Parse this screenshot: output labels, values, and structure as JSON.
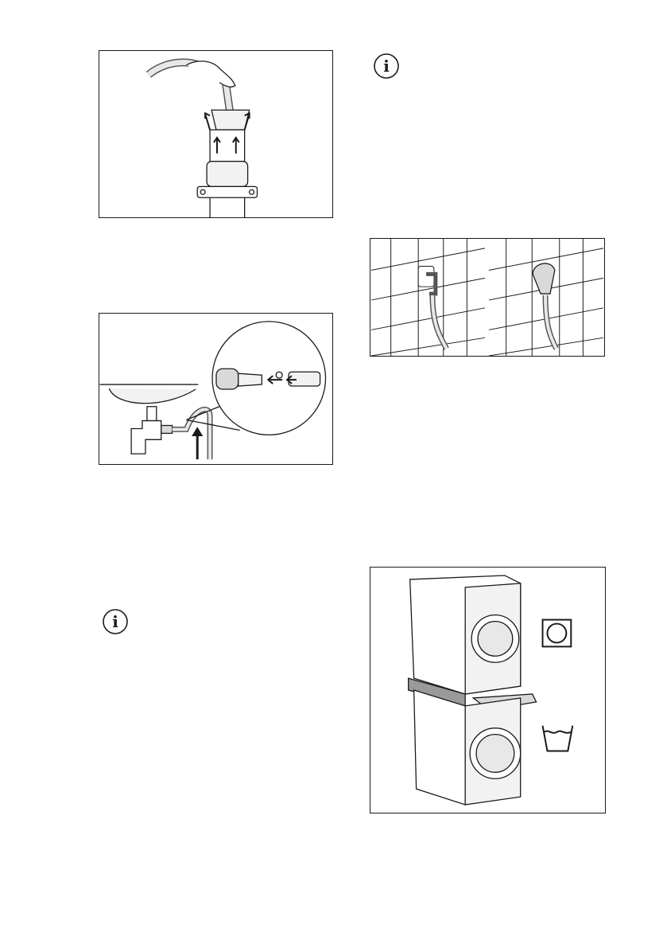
{
  "figures": [
    {
      "id": "drain-pipe-insertion",
      "icon": "drain-pipe-hose-icon"
    },
    {
      "id": "sink-siphon-connection",
      "icon": "siphon-connection-icon"
    },
    {
      "id": "wall-drain-outlets",
      "icon": "wall-outlet-icon"
    },
    {
      "id": "stacking-kit",
      "icon": "stacked-dryer-washer-icon"
    }
  ],
  "info_icons": [
    {
      "glyph": "i",
      "icon": "info-icon"
    },
    {
      "glyph": "i",
      "icon": "info-icon"
    }
  ],
  "colors": {
    "line": "#1a1a1a",
    "fill_light": "#f2f2f2",
    "fill_mid": "#d9d9d9",
    "shelf": "#9a9a9a"
  }
}
